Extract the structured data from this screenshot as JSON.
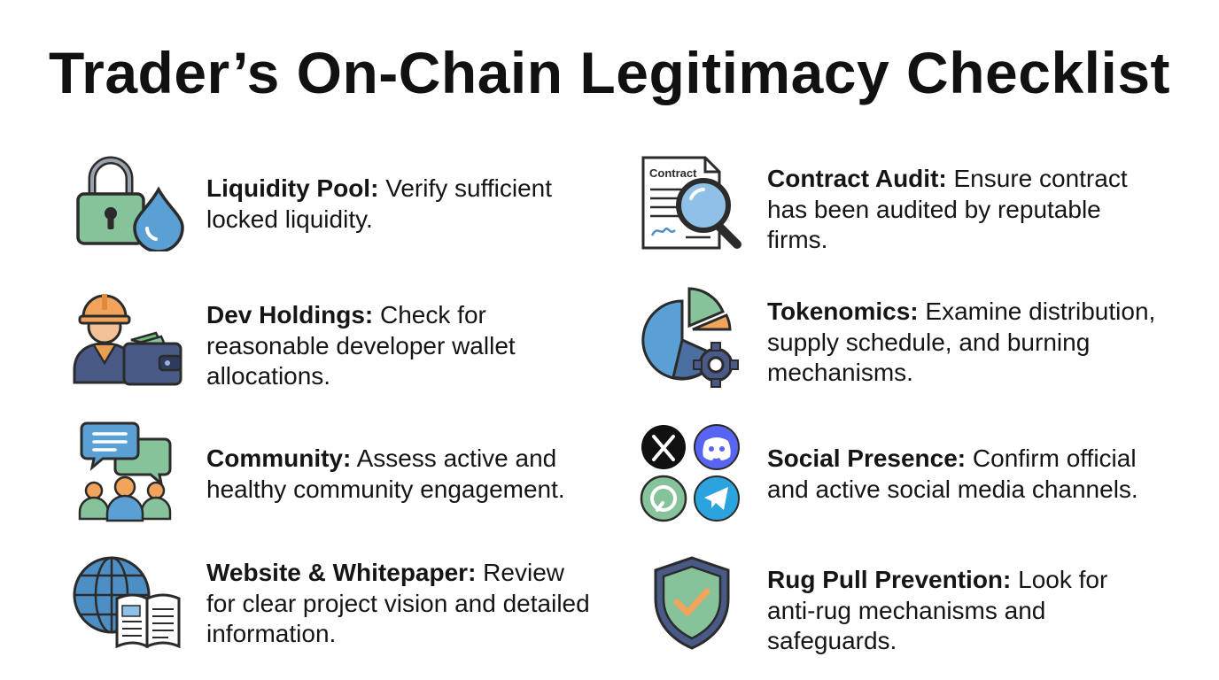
{
  "title": "Trader’s On-Chain Legitimacy Checklist",
  "colors": {
    "outline": "#2b2b2b",
    "green": "#86c29a",
    "blue": "#4d8fc4",
    "light_blue": "#8fc0e6",
    "orange": "#f2a35c",
    "skin": "#f3c197",
    "navy": "#4a5a86"
  },
  "items": [
    {
      "icon": "lock-droplet-icon",
      "heading": "Liquidity Pool:",
      "text": " Verify sufficient locked liquidity."
    },
    {
      "icon": "worker-wallet-icon",
      "heading": "Dev Holdings:",
      "text": " Check for reasonable developer wallet allocations."
    },
    {
      "icon": "chat-people-icon",
      "heading": "Community:",
      "text": " Assess active and healthy community engagement."
    },
    {
      "icon": "globe-book-icon",
      "heading": "Website & Whitepaper:",
      "text": " Review for clear project vision and detailed information."
    },
    {
      "icon": "contract-magnifier-icon",
      "icon_label": "Contract",
      "heading": "Contract Audit:",
      "text": " Ensure contract has been audited by reputable firms."
    },
    {
      "icon": "pie-gear-icon",
      "heading": "Tokenomics:",
      "text": " Examine distribution, supply schedule, and burning mechanisms."
    },
    {
      "icon": "social-apps-icon",
      "heading": "Social Presence:",
      "text": " Confirm official and active social media channels."
    },
    {
      "icon": "shield-check-icon",
      "heading": "Rug Pull Prevention:",
      "text": " Look for anti-rug mechanisms and safeguards."
    }
  ]
}
